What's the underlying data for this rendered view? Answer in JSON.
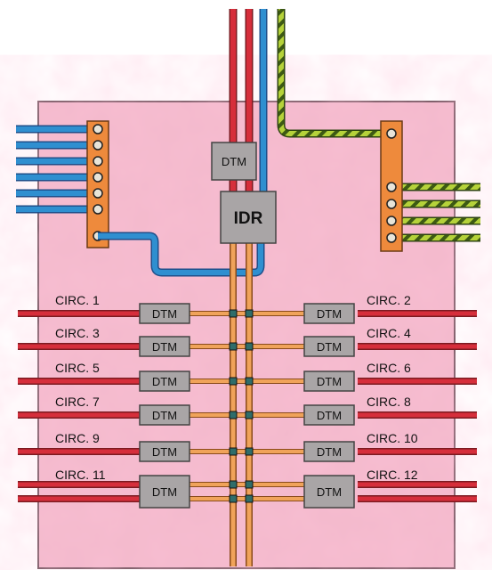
{
  "components": {
    "top_module": "DTM",
    "main_module": "IDR"
  },
  "circuits": [
    {
      "label": "CIRC. 1",
      "module": "DTM"
    },
    {
      "label": "CIRC. 2",
      "module": "DTM"
    },
    {
      "label": "CIRC. 3",
      "module": "DTM"
    },
    {
      "label": "CIRC. 4",
      "module": "DTM"
    },
    {
      "label": "CIRC. 5",
      "module": "DTM"
    },
    {
      "label": "CIRC. 6",
      "module": "DTM"
    },
    {
      "label": "CIRC. 7",
      "module": "DTM"
    },
    {
      "label": "CIRC. 8",
      "module": "DTM"
    },
    {
      "label": "CIRC. 9",
      "module": "DTM"
    },
    {
      "label": "CIRC. 10",
      "module": "DTM"
    },
    {
      "label": "CIRC. 11",
      "module": "DTM"
    },
    {
      "label": "CIRC. 12",
      "module": "DTM"
    }
  ],
  "colors": {
    "panel": "#f3b9cc",
    "phase_wire": "#d62e3b",
    "neutral_wire": "#2f8fd0",
    "earth_wire": "#a8c936",
    "busbar": "#f0a35a",
    "terminal_bar": "#ee8a3c",
    "module": "#a9a5a6"
  }
}
